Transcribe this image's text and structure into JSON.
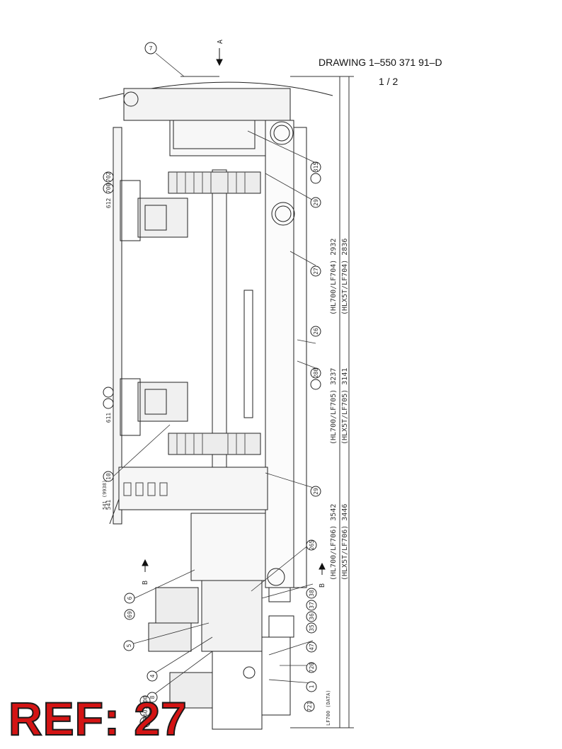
{
  "drawing": {
    "title": "DRAWING  1–550 371 91–D",
    "sheet": "1 / 2"
  },
  "ref_label": "REF: 27",
  "balloons": {
    "b7": "7",
    "b315": "315",
    "b29": "29",
    "b27": "27",
    "b26": "26",
    "b280": "280",
    "b29b": "29",
    "b265": "265",
    "b38": "38",
    "b37": "37",
    "b36": "36",
    "b35": "35",
    "b47": "47",
    "b720": "720",
    "b1": "1",
    "b721": "721",
    "b10": "10",
    "b5": "5",
    "b4": "4",
    "b8": "8",
    "b6": "6",
    "b69": "69",
    "b612": "612",
    "b611": "611",
    "b541": "541",
    "b900": "900",
    "b601": "601",
    "b903": "903",
    "b700": "700",
    "b702": "702"
  },
  "dimensions": {
    "d2932": "(HL700/LF704) 2932",
    "d2836": "(HLX5T/LF704) 2836",
    "d3237": "(HL700/LF705) 3237",
    "d3141": "(HLX5T/LF705) 3141",
    "d3542": "(HL700/LF706) 3542",
    "d3446": "(HLX5T/LF706) 3446"
  },
  "view_markers": {
    "a": "A",
    "b": "B",
    "b2": "B"
  },
  "notes": {
    "lf700": "LF700 (DATA)",
    "code541": "541 (9938)"
  }
}
